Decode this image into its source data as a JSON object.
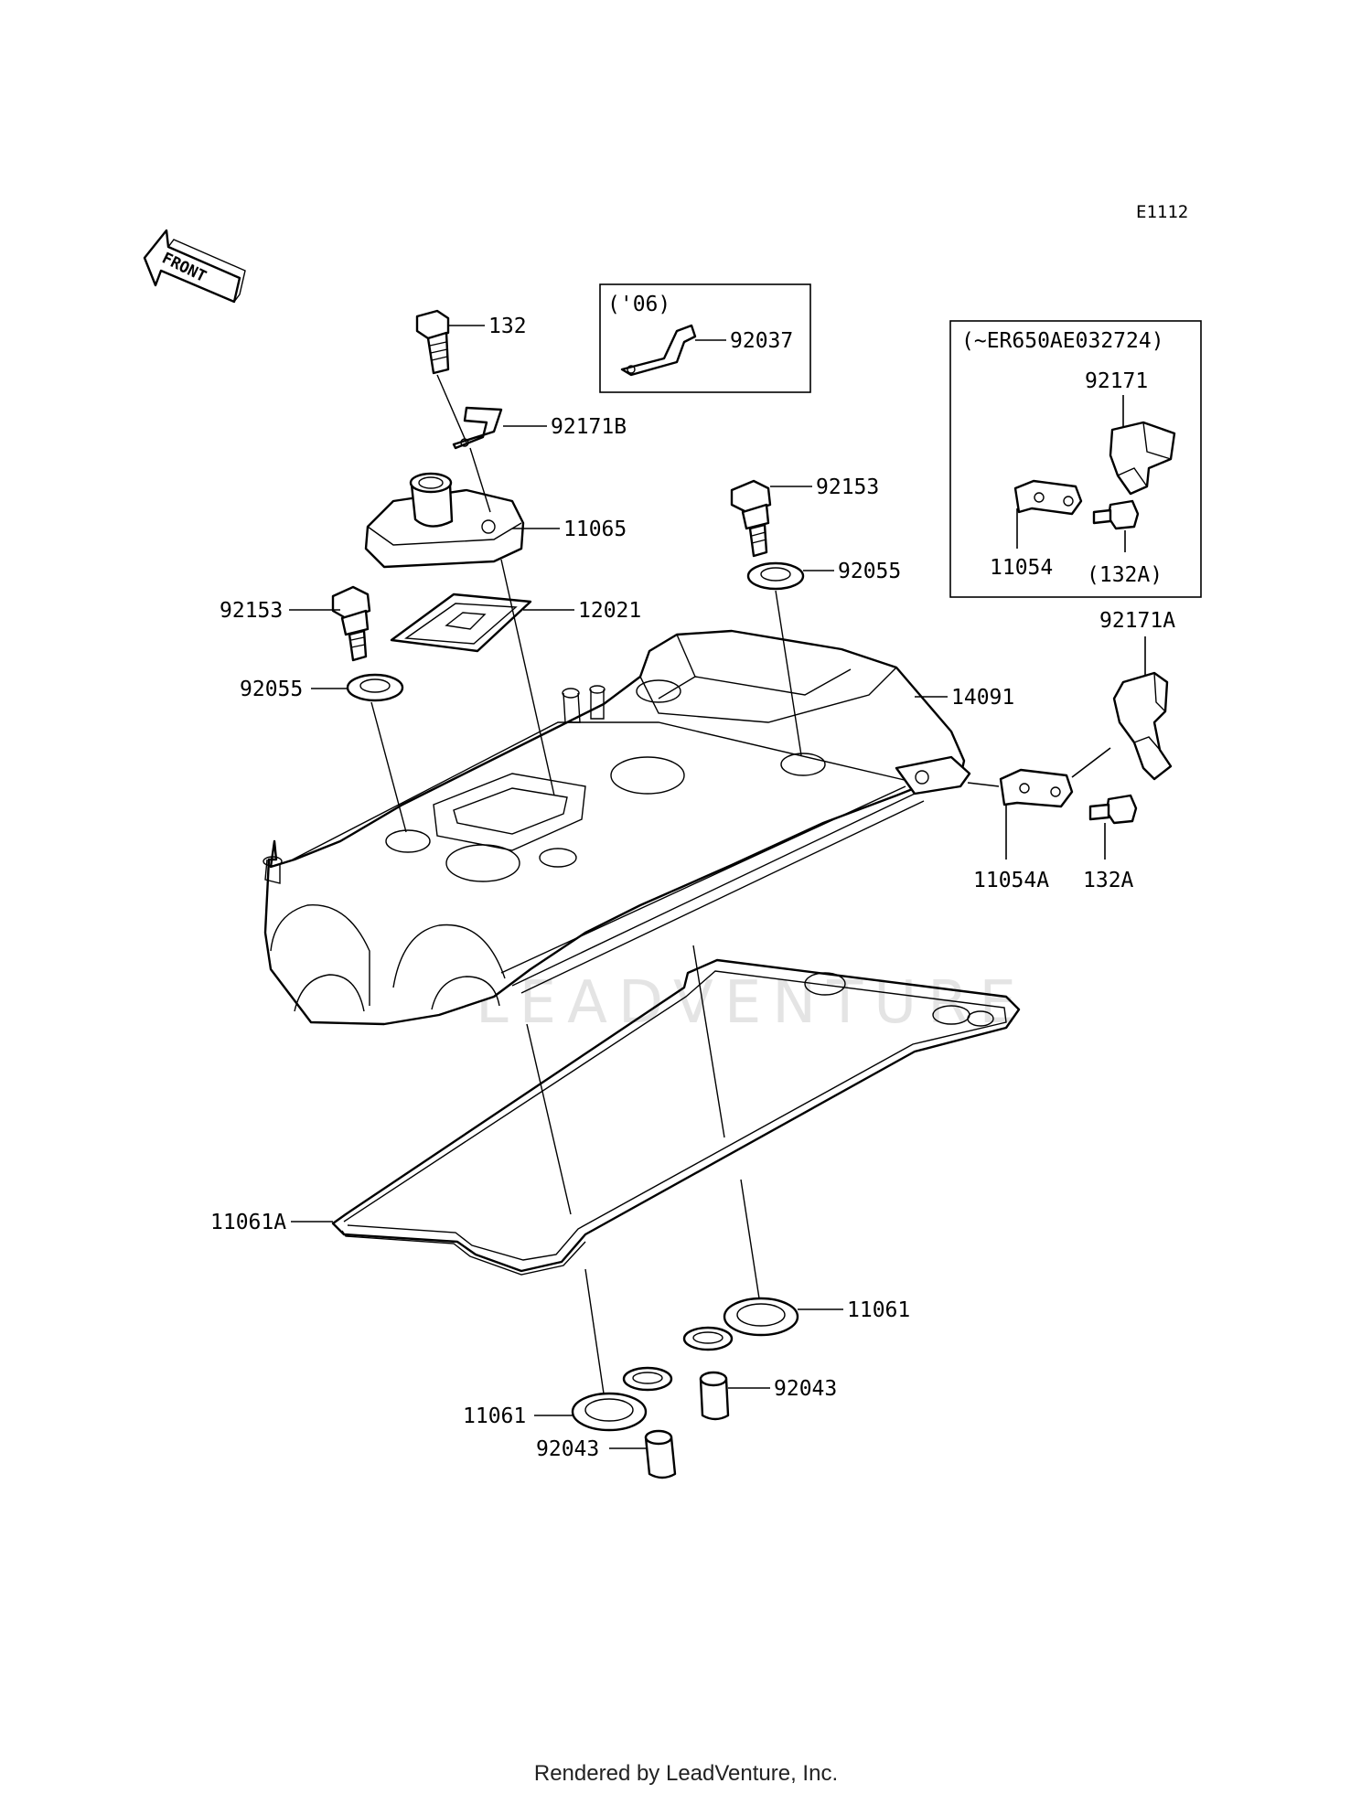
{
  "diagram_code": "E1112",
  "front_label": "FRONT",
  "watermark": "LEADVENTURE",
  "boxes": {
    "year_note": "('06)",
    "serial_note": "(~ER650AE032724)"
  },
  "parts": {
    "p132": "132",
    "p92171B": "92171B",
    "p11065": "11065",
    "p12021": "12021",
    "p92153_left": "92153",
    "p92055_left": "92055",
    "p92153_right": "92153",
    "p92055_right": "92055",
    "p92037": "92037",
    "p92171": "92171",
    "p11054": "11054",
    "p132A_box": "(132A)",
    "p92171A": "92171A",
    "p14091": "14091",
    "p11054A": "11054A",
    "p132A": "132A",
    "p11061A": "11061A",
    "p11061_right": "11061",
    "p92043_right": "92043",
    "p11061_left": "11061",
    "p92043_left": "92043"
  },
  "footer": "Rendered by LeadVenture, Inc."
}
